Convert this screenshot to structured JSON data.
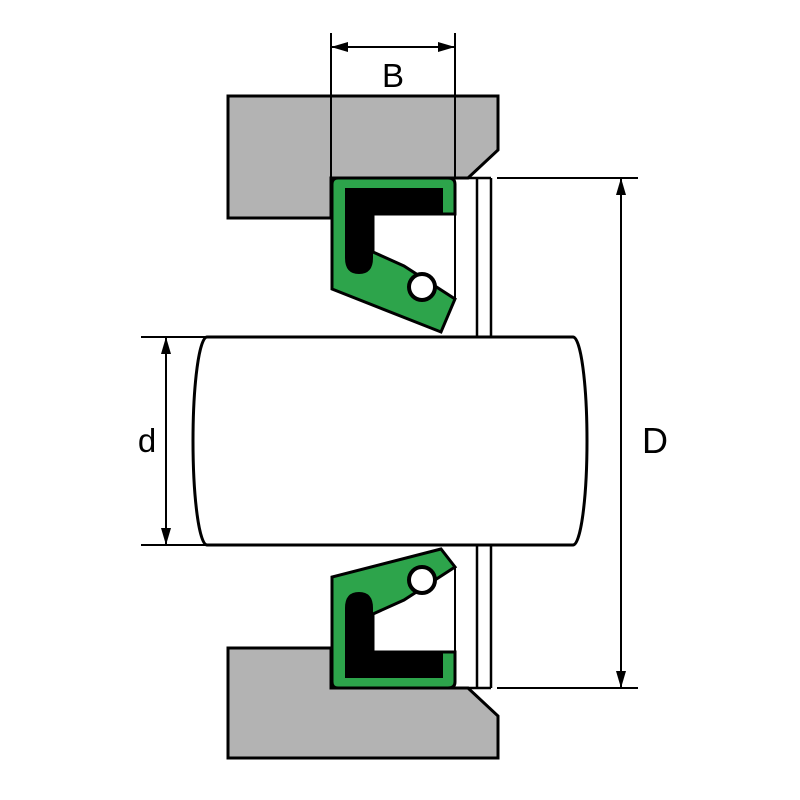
{
  "diagram": {
    "labels": {
      "seal_width": "B",
      "shaft_diameter": "d",
      "bore_diameter": "D"
    },
    "colors": {
      "background": "#ffffff",
      "housing": "#b3b3b3",
      "seal": "#2da44b",
      "insert": "#000000",
      "shaft": "#ffffff"
    }
  }
}
